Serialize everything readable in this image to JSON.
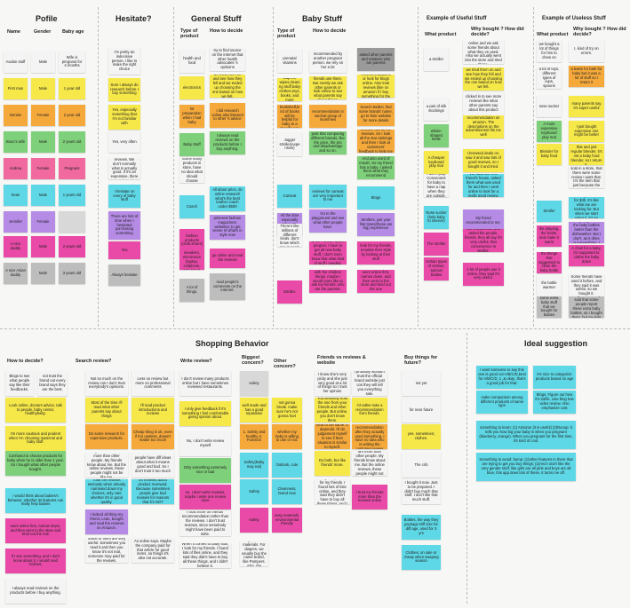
{
  "sections": {
    "profile": "Pofile",
    "hesitate": "Hesitate?",
    "general": "General Stuff",
    "baby": "Baby Stuff",
    "useful": "Example of Useful Stuff",
    "useless": "Example of Useless Stuff",
    "shopping": "Shopping Behavior",
    "ideal": "Ideal suggestion"
  },
  "profile_headers": {
    "name": "Name",
    "gender": "Gender",
    "baby_age": "Baby age"
  },
  "profile_rows": [
    {
      "name": "Avalon stuff",
      "gender": "Male",
      "age": "Wife is pregnant for 4 months"
    },
    {
      "name": "First man",
      "gender": "Male",
      "age": "1 year old"
    },
    {
      "name": "Denise",
      "gender": "Female",
      "age": "2 year old"
    },
    {
      "name": "Booc's wife",
      "gender": "Male",
      "age": "2 years old"
    },
    {
      "name": "Andrea",
      "gender": "Female",
      "age": "Pregnant"
    },
    {
      "name": "Sean",
      "gender": "Male",
      "age": "1 years old"
    },
    {
      "name": "Jennifer",
      "gender": "Female",
      "age": ""
    },
    {
      "name": "A nice daddy",
      "gender": "Male",
      "age": "2 years old"
    },
    {
      "name": "A nice Asian daddy",
      "gender": "Male",
      "age": "3 years old"
    }
  ],
  "hesitate_notes": [
    "I'm pretty an indecisive person. I like to make the right choice",
    "Sure I always do research before I buy something",
    "Yes, especially something that I'm not familiar with",
    "Yes, very often",
    "A big mind out purchase, we will ask others to kind of take a good look of reviews. We don't normally what is actually good. If it's an expensive, there are lots of different products that meet our requirement.",
    "I hesitate on every of baby stuff",
    "There are lots of time when I hesitated purchasing something",
    "Yes",
    "Always hesitate"
  ],
  "general_headers": {
    "type": "Type of product",
    "decide": "How to decide"
  },
  "general_types": [
    "health and food",
    "electronics",
    "lot preparation when I had baby",
    "Baby Stuff",
    "Coach",
    "fashion products (cloth,shoes)",
    "A lot of things."
  ],
  "general_decide": [
    "try to find source on the internet that other health advocates 's opinions",
    "we tried them on and see how they fell and we ended up choosing the one based on how we felt.",
    "I did research online also listened to other 's advice",
    "I always read reviews on the products before I buy anything.",
    "Some many products in store, have no idea what should choose",
    "All about price, do online research what's the best leather coach under $500",
    "pinterest fashion magazines; websites; to get sense of what's in style now",
    "cloth; sneakers, electronics (laptop, cellphone, television)",
    "go online and read the reviews",
    "read people's comments on the internet."
  ],
  "baby_headers": {
    "type": "Type of product",
    "decide": "How to decide"
  },
  "baby_types": [
    "prenatal vitamins",
    "diapers, wipes,cleaning stuff,baby clothes,toys, books, and more",
    "Baby bookshelf,kind of books will be helpful for baby to a specific age",
    "Jogger stroller(expensive)",
    "Carseat",
    "All the time especially when my daughter is small",
    "Stroller."
  ],
  "baby_decide": [
    "recommended by another pregnant person. we rely on her a lot",
    "try to see what her friends use there. But mostly we ask other parents or look online to see what parents say about things.",
    "recommendation in wechat group of mommies",
    "post that comparing different brands, like the price, the pro and disadvantage and so on.",
    "reviews for carseat are very important to me",
    "Go to the playground and see what other people have.",
    "Bottles, There's like millions of different kinds. don't know which one is good.",
    "when I found myself pregnet, I have to get all new baby stuff, I don't even know that what kind of stuff I needed.",
    "with the children things, maybe I would more like to ask my friends, who are the parents."
  ],
  "baby_third": [
    "asked other parents and relatives who are parents",
    "I will ask friends for recommendations or look for blogs online. Also look reviews (like on amazon if I buy something for the first time.",
    "Search Beibei, find some brands' name, go to their website for more details",
    "The buybuyBaby website has all the reviews. So I look all the star rankings and then I look at customers' feedback to help me make a choice.",
    "And also word of mouth. So my friend has a baby, I asked them what they recommend",
    "Blogs",
    "Strollers, just your first times(these are big) experience",
    "look for my friends, emulate their style by looking at their stuff",
    "went online first, narrow down, and then went to the store and tried out the one"
  ],
  "useful_headers": {
    "product": "What product",
    "why": "Why bought ? How did decide?"
  },
  "useful_products": [
    "a stroller",
    "a pair of silk stockings",
    "whale-shaped kettle",
    "A cheaper keyboard play mat",
    "Pack'n play. Convenient for baby to have a nap when they are outside.",
    "Nose sucker (help baby to sneeze)",
    "The stroller",
    "certain types of clothes, special bottles"
  ],
  "useful_why": [
    "we read a lot review online and we ask some friends about what they ve used. Also we actually went into the store and tried those.",
    "we tried them on and see how they fell and we ended up choosing the one based on how we felt.",
    "clicked in to see more reviews like what other parents say about this product",
    "recommendation on amazon. The descriptions on the advertisement fits me well",
    "I browsed deals on, saw it and saw lots of good reviews, so I bought it and tried.",
    "We saw one in a friend's house, asked them what was used for and then I went online to look for a really good review.",
    "My friend recommended to me.",
    "We researched, and asked the people, friends, they all say it's very useful, that convenience to stroller.",
    "A lot of people use it online, they said it's very useful."
  ],
  "useless_headers": {
    "product": "What product",
    "why": "Why bought ? How did decide?"
  },
  "useless_products": [
    "we bought a lot of things for him to chew on",
    "a lot of toys, different types of cups, spoons",
    "nose sucker",
    "A more expensive keyboard play mat",
    "Blender for baby food",
    "Stroller",
    "the playdog, the bottle, and make it warm",
    "the things that suggested to clean the baby bottle",
    "the bottle warmer",
    "some extra baby stuff that we bought for babies"
  ],
  "useless_why": [
    "I, kind of try on errors.",
    "a basin for bath for baby but it was a lot of stuff so I return it",
    "many parents say it's super useful",
    "I just bought expensive one might be better",
    "No difference then that and just regular blender, it's not a baby food blender, so I return it.",
    "I just bought because it was sold in a store, that there were some review I want that. It's the item that just because the store and reviews I want it that I want.",
    "went to the target. And they have one for $30, it's like what we are looking for. But when we start using it, it's so inconvenient.",
    "A chair for a baby, it's supposed to clothe the baby down",
    "I think a lot of people might think that when they finally might make the baby bottles better than the dishwasher. But I don't, as it dries out everything. I think that's something that I don't need.",
    "Some friends have used it before, and they said it was useful, so we bought it.",
    "read about it on magazines. They said that some people report these extra baby bottles, so I bought them, but my kids don't need them."
  ],
  "shop_headers": {
    "decide": "How to decide?",
    "search": "Search review?",
    "write": "Write review?",
    "concern": "Biggest concern?",
    "other": "Other concern?",
    "friends": "Friends vs reviews & website",
    "future": "Buy things for future?"
  },
  "shop_decide": [
    "Blogs to see what people say like their feedbacks.",
    "not trust the brand out every brand says they are the best.",
    "Look online, doctors advice, talk to people, baby center, healthybaby.",
    "I'm more cautious and prudent when I'm choosing maternal and baby stuff.",
    "Confused to choose products for baby when he is older than 1 year. So I bought what other people bought.",
    "I would think about babies's behavior, whether its features can really help babies",
    "went online first, narrow down, and then went to the store and tried out the one",
    "If I see something, and I don't know about it, I would read reviews.",
    "I always read reviews on the products before I buy anything."
  ],
  "shop_search": [
    "Not so much on the review cos I don't trust everybody's opinions.",
    "Less on review but more on professional comments",
    "Most of the time I'll read what other parents say about things",
    "I'll read product introductions and reviews",
    "Do some research for expensive products.",
    "Cheap thing is ok, even if it is useless, doesn't matter too much",
    "they know how I am more than other people. My friends know about me. But the online reviews, these people might not be like me.",
    "people have diff ideas about what it means good and bad. So I don't trust it too much",
    "Took the reviews seriously when already narrowed down my choices, only care whether it's in good quality.",
    "I don't like to just jump on reviews about product reviewed. Because sometimes people give bad reviews for reasons that it's NOT understands.",
    "I looked all thing my friend, Lean, bought and read the reviews on Amazon.",
    "Some of them are very useful. Sometimes you read it and then you know it's not real, someone may paid for the reviews.",
    "As online says, Maybe the company paid for that article for good items, so things it's also not accurate."
  ],
  "shop_write": [
    "I don't review many products online but I have sometimes reviewed restaurants.",
    "I only give feedback if it's something I feel comfortable giving opinion about.",
    "No, I don't write review myself",
    "Only something extremely nice or bad",
    "no, I don't write reviews, maybe I write one review once",
    "I trust more on friends' recommendation rather than the reviews. I don't trust reviews, since somebody might have been paid to write.",
    "When it comes to baby stuff, I look for my friends. I found lots of files online, and they said they didn't have to buy all these things, and I didn't believe it."
  ],
  "shop_concern": [
    "safety",
    "well made and has a good reputation",
    "1. Safety and healthy 2. Function",
    "Safety(Baby may eat)",
    "Safety",
    "safety",
    "For clothing, it might be the materials. For diapers, we usually buy the name brand, like Pampers. Also, the safety"
  ],
  "shop_other": [
    "not gonna break. make sure he's not gonna hurt",
    "whether my baby is willing to use or not.",
    "Outlook, cute",
    "Cleanness, brand new",
    "easy materials, environmental friendly"
  ],
  "shop_friends": [
    "I know she's very picky and she just very good at a lot of things so I trust her opinion",
    "I probably wouldn't trust the official brand website just cos they will tell you everything sale.",
    "You definitely trust the one from your friends and other people. But online, you don't know them.",
    "I'd rather take a recommendation from friends.",
    "kind of the same. it depends. I'll do judgement myself to see if their situation is similar to myself.",
    "I trust more on friends' recommendation after they actually used something, I have no idea who is writing the customer review so I may not fit me.",
    "Do both, but like friends' more.",
    "they know how I am more than other people. My friends know about me. But the online reviews, these people might not be like me.",
    "When it comes to baby stuff, I look for my friends. I found lots of lists online, and they said they didn't have to buy all these things, and I didn't believe it.",
    "I trust my friends more than the reviews online"
  ],
  "shop_future": [
    "not yet",
    "for near future",
    "yes. sometimes; clothes.",
    "The crib",
    "I bought it now. Just to be prepared. I didn't buy much that stuff. I don't like that much stuff.",
    "Bottles, the way they package Diff size for diff age, used for 3 yrs",
    "Clothes, on sale or cheap when swaping season"
  ],
  "ideal_notes": [
    "I want someone to say this one is good cut A/B/C/D,best for A/B/C/D, 1 ,& okay ,that's a good job for that.",
    "It's nice to categorize products based on age",
    "make comparison among different products of same type",
    "Blogs. Figure out how it's traffic. Like blog has video review. Also emphasize cost",
    "something to learn: (1) Amazon (it is useful) (2)Dunup: it tells you how big your baby is when you pregnant (blueberry, orange). When you pregnant for the first time, it's kind of cool.",
    "Something to avoid: bump: (1)other features in there that are trying to get you buy things; (2)And I don't like the very gender stuff, like girls are all pink and boys are all blue, this app does lots of these. It turns me off."
  ]
}
